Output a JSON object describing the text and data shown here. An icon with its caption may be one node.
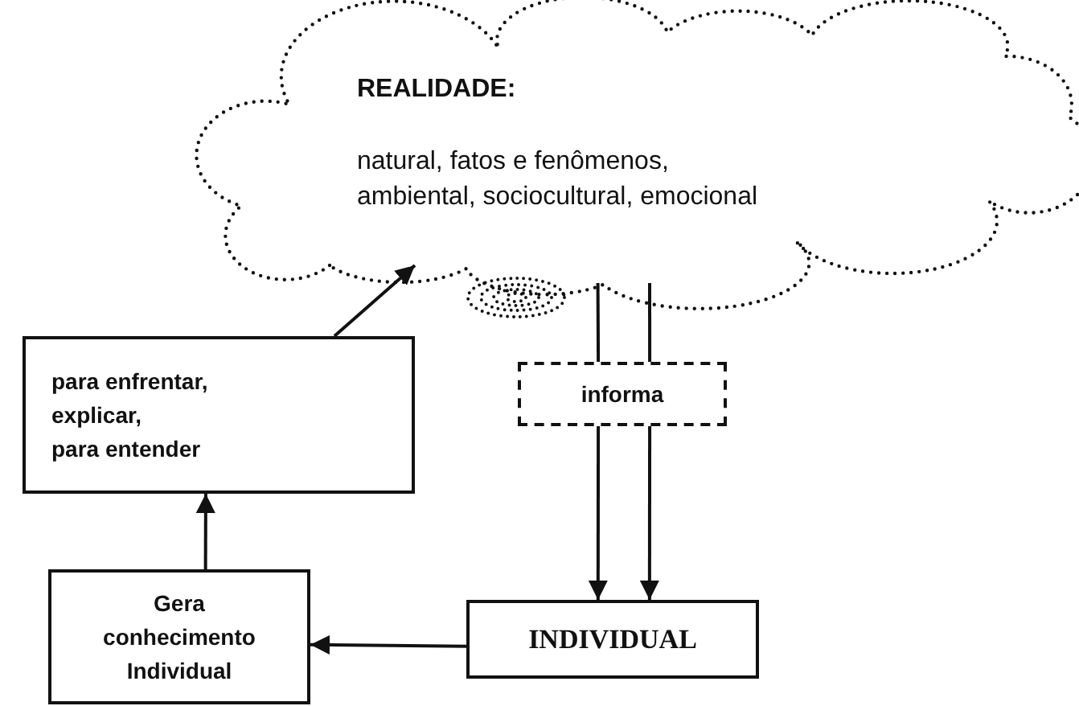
{
  "diagram": {
    "nodes": [
      {
        "text": [
          "REALIDADE:",
          "natural, fatos e fenômenos, ambiental, sociocultural, emocional"
        ]
      },
      {
        "text": [
          "para enfrentar,",
          "explicar,",
          "para entender"
        ]
      },
      {
        "text": [
          "informa"
        ]
      },
      {
        "text": [
          "INDIVIDUAL"
        ]
      },
      {
        "text": [
          "Gera conhecimento Individual"
        ]
      }
    ],
    "edges": [
      {
        "from": 1,
        "to": 0,
        "arrow": "to"
      },
      {
        "from": 0,
        "to": 2,
        "arrow": "none"
      },
      {
        "from": 0,
        "to": 2,
        "arrow": "none"
      },
      {
        "from": 2,
        "to": 3,
        "arrow": "to"
      },
      {
        "from": 2,
        "to": 3,
        "arrow": "to"
      },
      {
        "from": 3,
        "to": 4,
        "arrow": "to"
      },
      {
        "from": 4,
        "to": 1,
        "arrow": "to"
      }
    ]
  }
}
